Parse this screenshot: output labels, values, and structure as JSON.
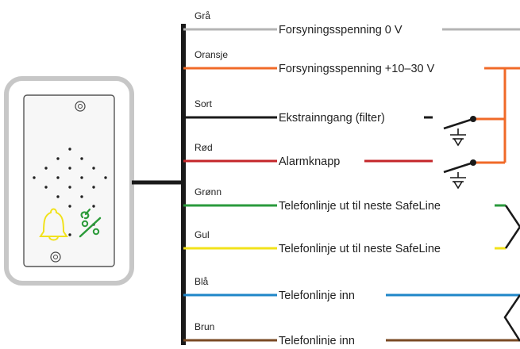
{
  "wires": [
    {
      "name": "Grå",
      "description": "Forsyningsspenning 0 V",
      "color": "#b4b4b4"
    },
    {
      "name": "Oransje",
      "description": "Forsyningsspenning +10–30 V",
      "color": "#f06a28"
    },
    {
      "name": "Sort",
      "description": "Ekstrainngang (filter)",
      "color": "#1a1a1a"
    },
    {
      "name": "Rød",
      "description": "Alarmknapp",
      "color": "#c4262a"
    },
    {
      "name": "Grønn",
      "description": "Telefonlinje ut til neste SafeLine",
      "color": "#2a9a3c"
    },
    {
      "name": "Gul",
      "description": "Telefonlinje ut til neste SafeLine",
      "color": "#f2e21a"
    },
    {
      "name": "Blå",
      "description": "Telefonlinje inn",
      "color": "#1f86c8"
    },
    {
      "name": "Brun",
      "description": "Telefonlinje inn",
      "color": "#7a4a24"
    }
  ],
  "device": {
    "body_color": "#f7f7f7",
    "frame_color": "#c7c7c7",
    "alarm_icon": "bell-icon",
    "alarm_icon_color": "#f1e21c",
    "status_icon": "phone-percent-icon",
    "status_icon_color": "#2c9b3a"
  },
  "switch_icon": "ground-switch-icon"
}
